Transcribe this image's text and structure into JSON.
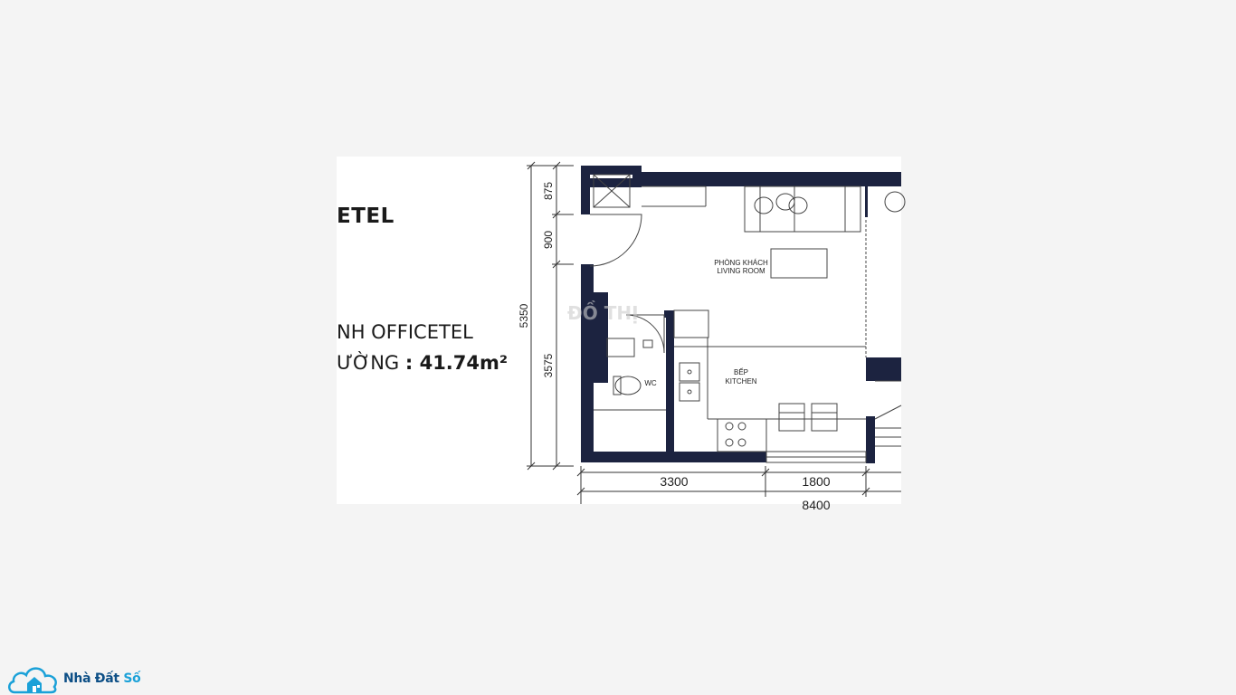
{
  "plan": {
    "headline": "ETEL",
    "subline_1": "NH OFFICETEL",
    "subline_2_prefix": "ƯỜNG",
    "subline_2_area": ": 41.74m²",
    "dimensions_left": [
      "875",
      "900",
      "5350",
      "3575"
    ],
    "dimensions_bottom": [
      "3300",
      "1800",
      "8400"
    ],
    "rooms": {
      "living_vi": "PHÒNG KHÁCH",
      "living_en": "LIVING ROOM",
      "kitchen_vi": "BẾP",
      "kitchen_en": "KITCHEN",
      "wc": "WC"
    },
    "watermark": "ĐỒ THỊ"
  },
  "brand": {
    "name_part1": "Nhà Đất ",
    "name_part2": "Số"
  },
  "colors": {
    "wall": "#1c2340",
    "background": "#f4f4f4",
    "brand_dark": "#0d4f86",
    "brand_light": "#1ba1d8"
  }
}
